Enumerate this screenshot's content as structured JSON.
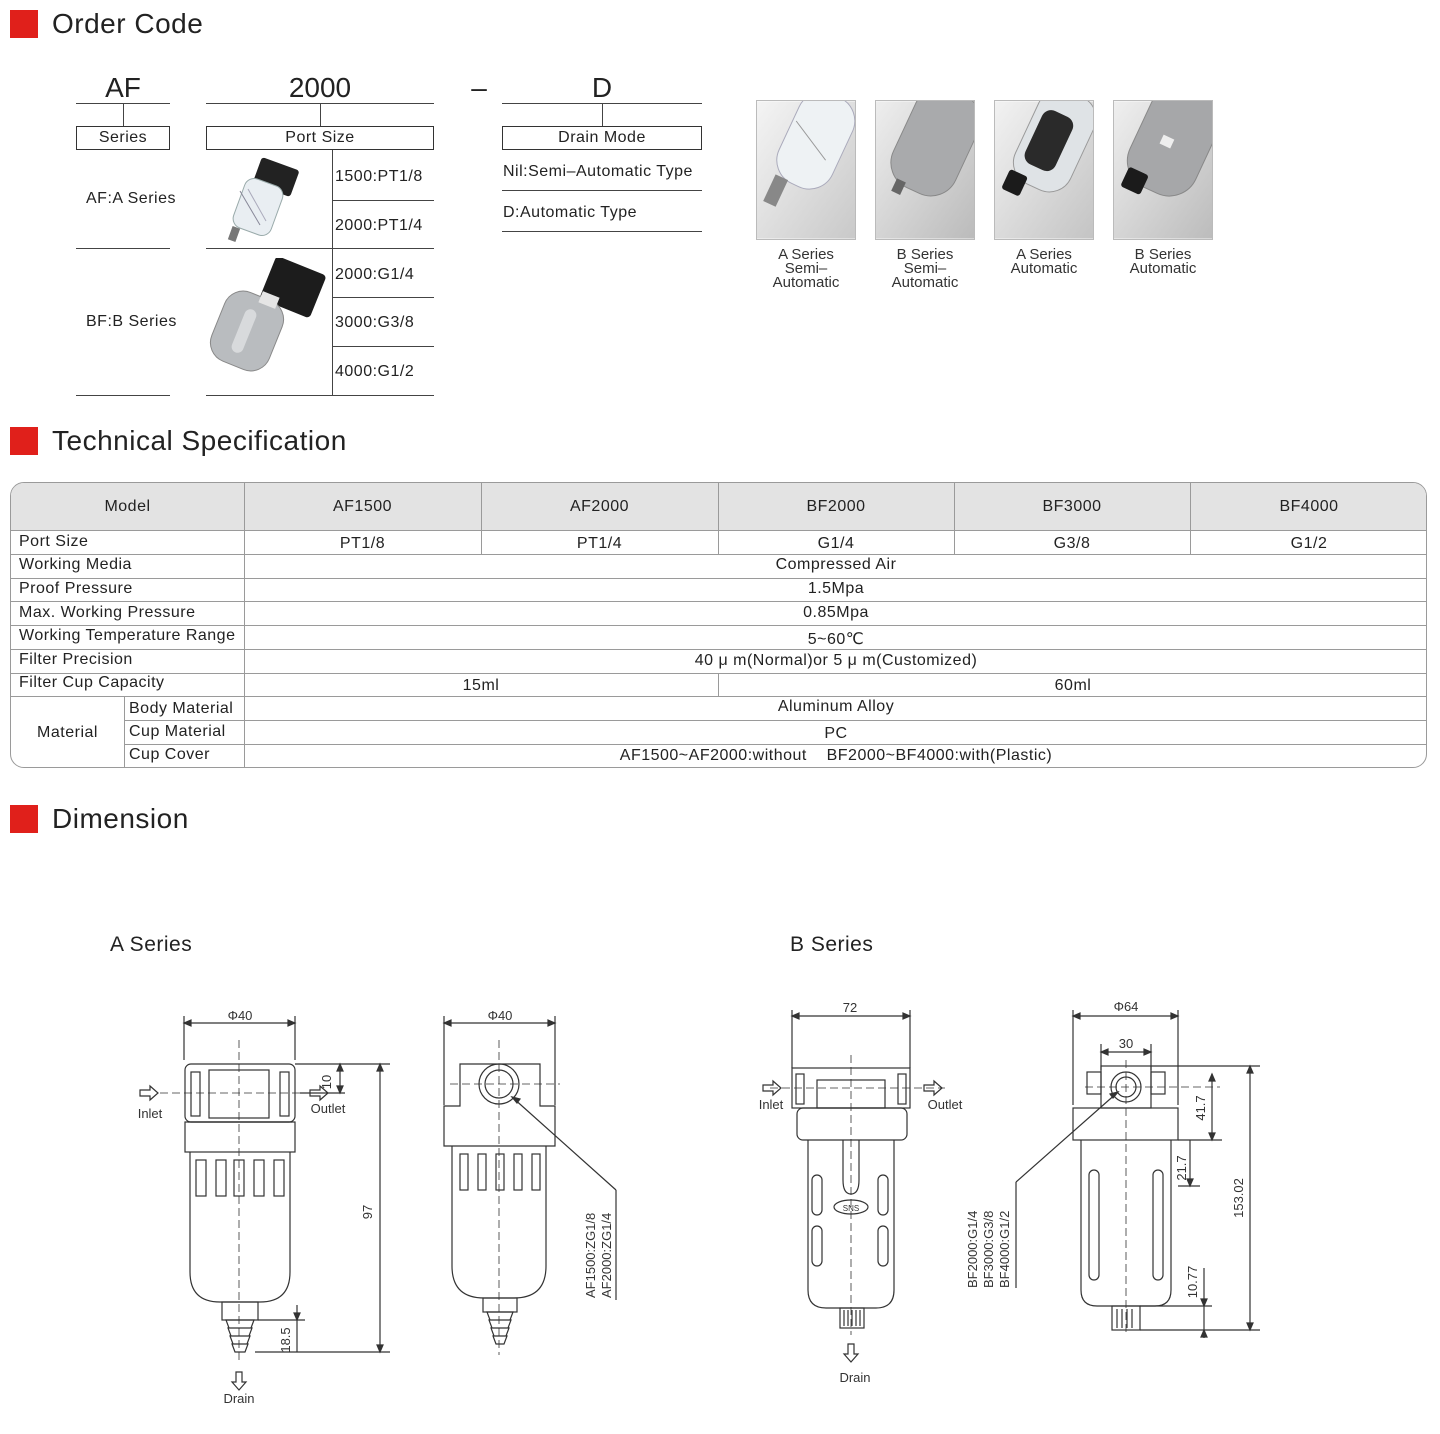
{
  "sections": {
    "order_code": "Order Code",
    "tech_spec": "Technical Specification",
    "dimension": "Dimension"
  },
  "order_code": {
    "code_af": "AF",
    "code_size": "2000",
    "code_dash": "–",
    "code_d": "D",
    "series_label": "Series",
    "port_size_label": "Port Size",
    "drain_mode_label": "Drain Mode",
    "series_a": "AF:A Series",
    "series_b": "BF:B Series",
    "ports": [
      "1500:PT1/8",
      "2000:PT1/4",
      "2000:G1/4",
      "3000:G3/8",
      "4000:G1/2"
    ],
    "drain_nil": "Nil:Semi–Automatic Type",
    "drain_d": "D:Automatic Type"
  },
  "photos": [
    {
      "caption": "A Series\nSemi–\nAutomatic"
    },
    {
      "caption": "B Series\nSemi–\nAutomatic"
    },
    {
      "caption": "A Series\nAutomatic"
    },
    {
      "caption": "B Series\nAutomatic"
    }
  ],
  "spec": {
    "header": [
      "Model",
      "AF1500",
      "AF2000",
      "BF2000",
      "BF3000",
      "BF4000"
    ],
    "port_size_label": "Port Size",
    "port_sizes": [
      "PT1/8",
      "PT1/4",
      "G1/4",
      "G3/8",
      "G1/2"
    ],
    "working_media_label": "Working Media",
    "working_media": "Compressed Air",
    "proof_pressure_label": "Proof Pressure",
    "proof_pressure": "1.5Mpa",
    "max_pressure_label": "Max. Working Pressure",
    "max_pressure": "0.85Mpa",
    "temp_label": "Working Temperature Range",
    "temp": "5~60℃",
    "filter_label": "Filter Precision",
    "filter": "40 μ m(Normal)or 5 μ m(Customized)",
    "cup_cap_label": "Filter Cup Capacity",
    "cup_cap_a": "15ml",
    "cup_cap_b": "60ml",
    "material_label": "Material",
    "body_label": "Body Material",
    "body": "Aluminum Alloy",
    "cup_mat_label": "Cup Material",
    "cup_mat": "PC",
    "cup_cover_label": "Cup Cover",
    "cup_cover": "AF1500~AF2000:without    BF2000~BF4000:with(Plastic)"
  },
  "dimension": {
    "a_title": "A Series",
    "b_title": "B Series",
    "a_front": {
      "width": "Φ40",
      "top": "10",
      "height": "97",
      "bottom": "18.5",
      "inlet": "Inlet",
      "outlet": "Outlet",
      "drain": "Drain"
    },
    "a_side": {
      "width": "Φ40",
      "port1": "AF1500:ZG1/8",
      "port2": "AF2000:ZG1/4"
    },
    "b_front": {
      "width": "72",
      "inlet": "Inlet",
      "outlet": "Outlet",
      "drain": "Drain",
      "logo": "SNS"
    },
    "b_side": {
      "width": "Φ64",
      "inner": "30",
      "d1": "41.7",
      "d2": "21.7",
      "height": "153.02",
      "bottom": "10.77",
      "port1": "BF2000:G1/4",
      "port2": "BF3000:G3/8",
      "port3": "BF4000:G1/2"
    }
  }
}
